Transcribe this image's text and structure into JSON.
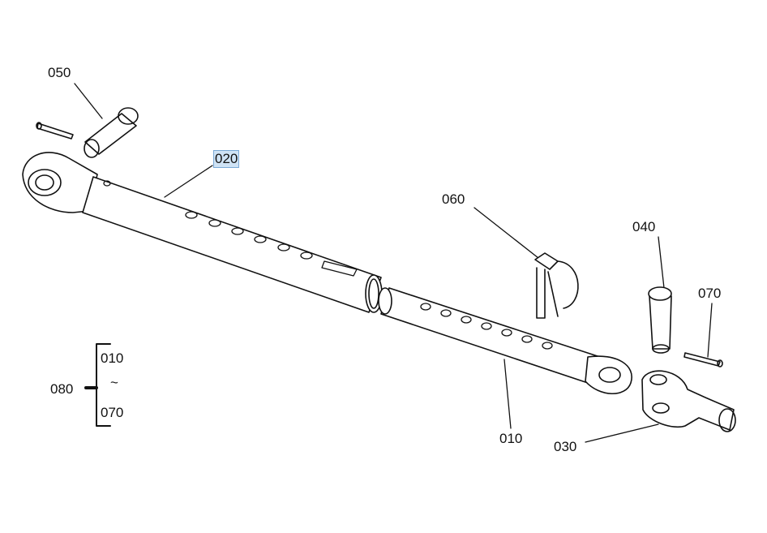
{
  "parts": [
    {
      "id": "050",
      "label": "050"
    },
    {
      "id": "020",
      "label": "020",
      "highlighted": true
    },
    {
      "id": "060",
      "label": "060"
    },
    {
      "id": "040",
      "label": "040"
    },
    {
      "id": "070",
      "label": "070"
    },
    {
      "id": "010",
      "label": "010"
    },
    {
      "id": "030",
      "label": "030"
    }
  ],
  "assembly": {
    "label": "080",
    "range_start": "010",
    "range_sep": "~",
    "range_end": "070"
  },
  "colors": {
    "line": "#111111",
    "highlight": "#cfe3f5"
  }
}
